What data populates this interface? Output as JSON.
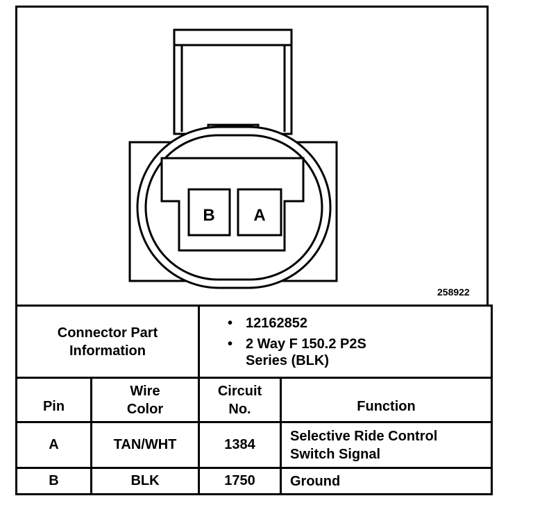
{
  "diagram": {
    "pin_labels": [
      "B",
      "A"
    ],
    "figure_number": "258922"
  },
  "connector_info": {
    "label_line1": "Connector Part",
    "label_line2": "Information",
    "bullet": "•",
    "items": [
      {
        "line1": "12162852",
        "line2": ""
      },
      {
        "line1": "2 Way F 150.2 P2S",
        "line2": "Series (BLK)"
      }
    ]
  },
  "table": {
    "headers": {
      "pin": "Pin",
      "wire_line1": "Wire",
      "wire_line2": "Color",
      "circuit_line1": "Circuit",
      "circuit_line2": "No.",
      "function": "Function"
    },
    "rows": [
      {
        "pin": "A",
        "wire_color": "TAN/WHT",
        "circuit": "1384",
        "function_line1": "Selective Ride Control",
        "function_line2": "Switch Signal"
      },
      {
        "pin": "B",
        "wire_color": "BLK",
        "circuit": "1750",
        "function_line1": "Ground",
        "function_line2": ""
      }
    ]
  }
}
